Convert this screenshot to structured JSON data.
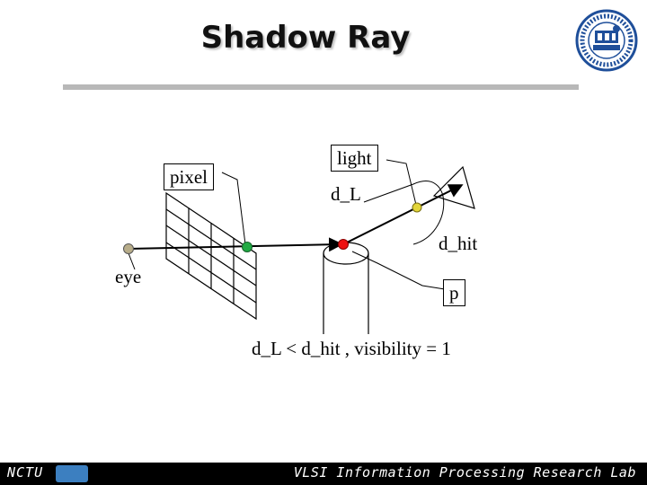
{
  "slide": {
    "title": "Shadow Ray"
  },
  "diagram": {
    "labels": {
      "pixel": "pixel",
      "light": "light",
      "d_L": "d_L",
      "d_hit": "d_hit",
      "eye": "eye",
      "p": "p"
    },
    "equation": "d_L < d_hit , visibility = 1",
    "colors": {
      "eye_point": "#b8ad8a",
      "pixel_point": "#22aa44",
      "hit_point": "#ee1111",
      "light_point": "#e2d53a",
      "ray": "#000000"
    }
  },
  "footer": {
    "left_text": "NCTU",
    "right_text": "VLSI Information Processing Research Lab"
  },
  "logo": {
    "icon": "university-seal-icon"
  }
}
